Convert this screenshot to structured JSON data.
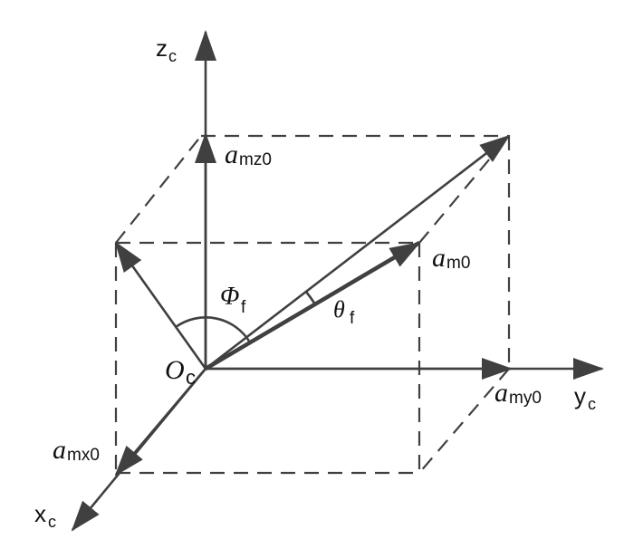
{
  "labels": {
    "z_axis": {
      "main": "z",
      "sub": "c"
    },
    "y_axis": {
      "main": "y",
      "sub": "c"
    },
    "x_axis": {
      "main": "x",
      "sub": "c"
    },
    "origin": {
      "main": "O",
      "sub": "c"
    },
    "a_mz0": {
      "main": "a",
      "sub": "mz0"
    },
    "a_my0": {
      "main": "a",
      "sub": "my0"
    },
    "a_mx0": {
      "main": "a",
      "sub": "mx0"
    },
    "a_m0": {
      "main": "a",
      "sub": "m0"
    },
    "phi": {
      "main": "Φ",
      "sub": "f"
    },
    "theta": {
      "main": "θ",
      "sub": "f"
    }
  },
  "colors": {
    "line": "#404040",
    "text": "#111111"
  }
}
